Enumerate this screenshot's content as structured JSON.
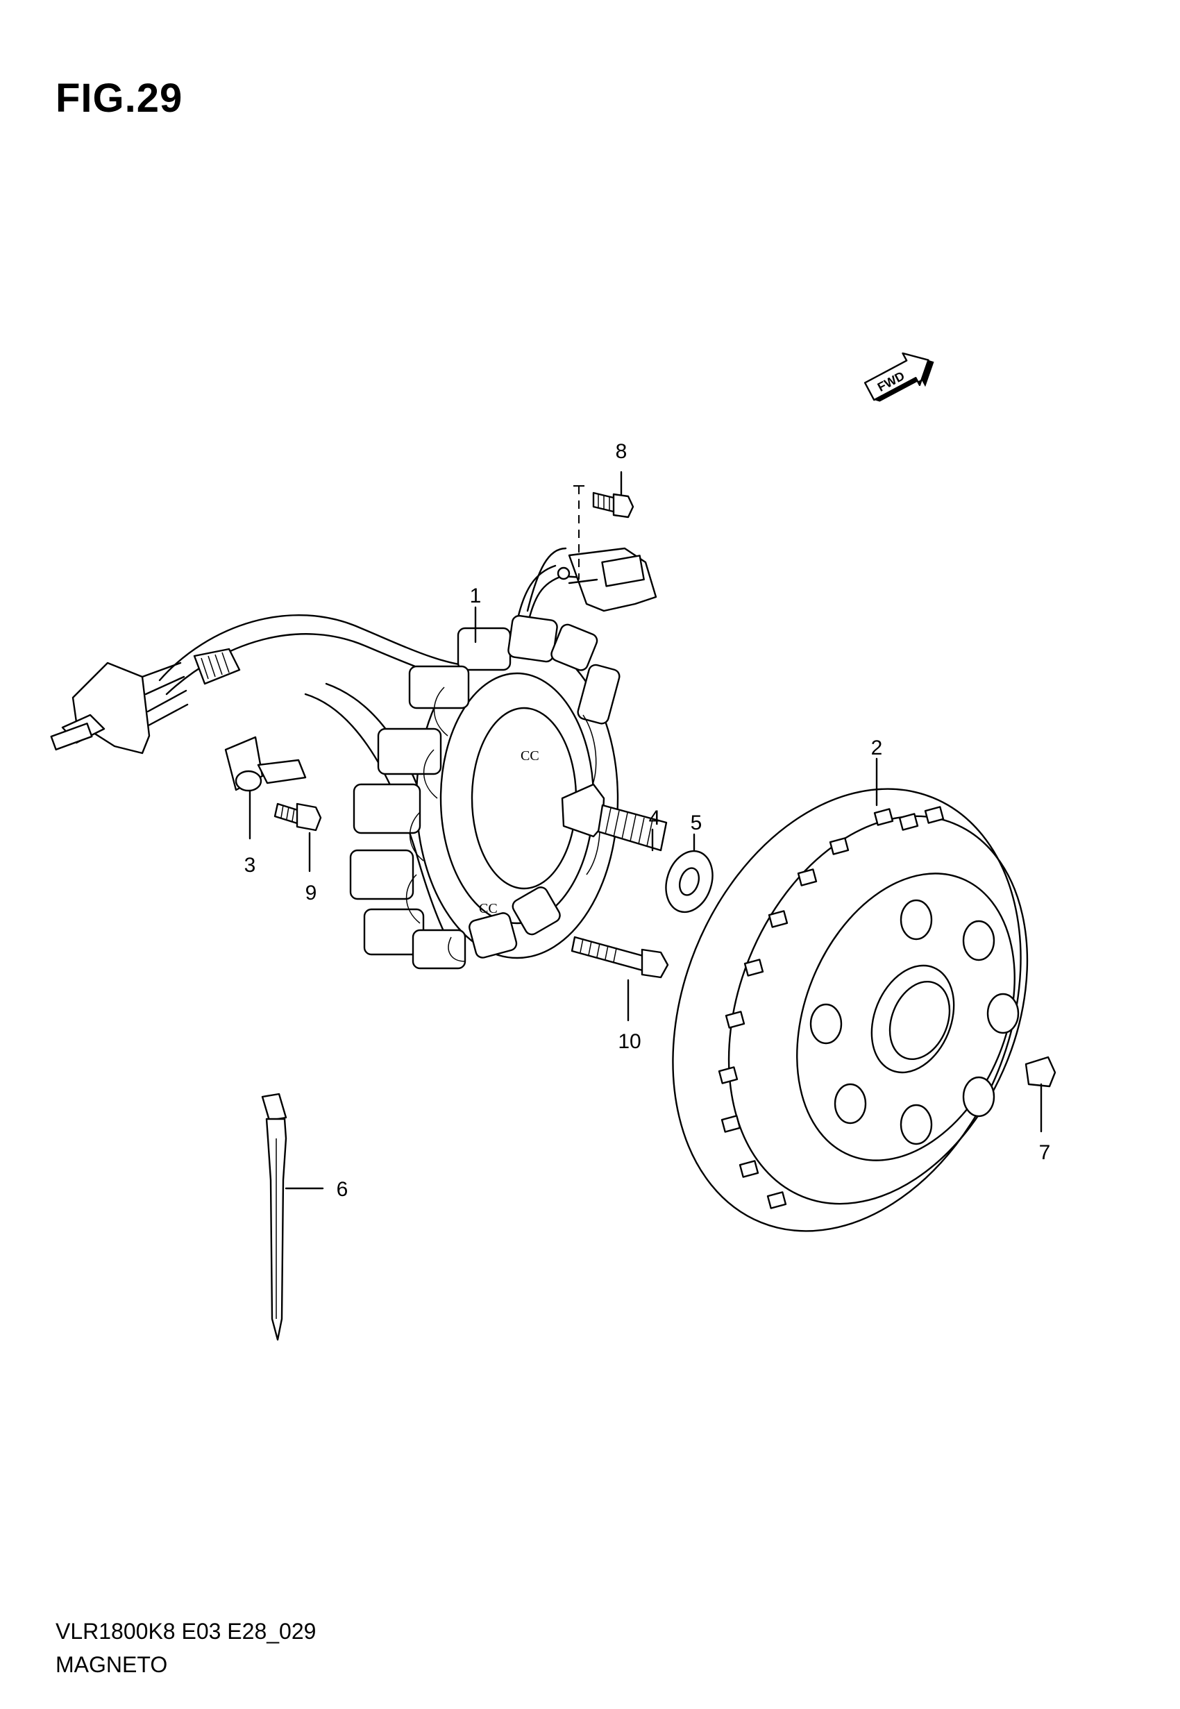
{
  "figure": {
    "title": "FIG.29"
  },
  "direction_badge": {
    "label": "FWD"
  },
  "callouts": [
    {
      "id": "1",
      "label": "1",
      "part": "stator"
    },
    {
      "id": "2",
      "label": "2",
      "part": "rotor"
    },
    {
      "id": "3",
      "label": "3",
      "part": "clamp"
    },
    {
      "id": "4",
      "label": "4",
      "part": "bolt"
    },
    {
      "id": "5",
      "label": "5",
      "part": "washer"
    },
    {
      "id": "6",
      "label": "6",
      "part": "cable-tie"
    },
    {
      "id": "7",
      "label": "7",
      "part": "key"
    },
    {
      "id": "8",
      "label": "8",
      "part": "screw"
    },
    {
      "id": "9",
      "label": "9",
      "part": "screw"
    },
    {
      "id": "10",
      "label": "10",
      "part": "bolt"
    }
  ],
  "footer": {
    "code": "VLR1800K8 E03 E28_029",
    "section": "MAGNETO"
  }
}
